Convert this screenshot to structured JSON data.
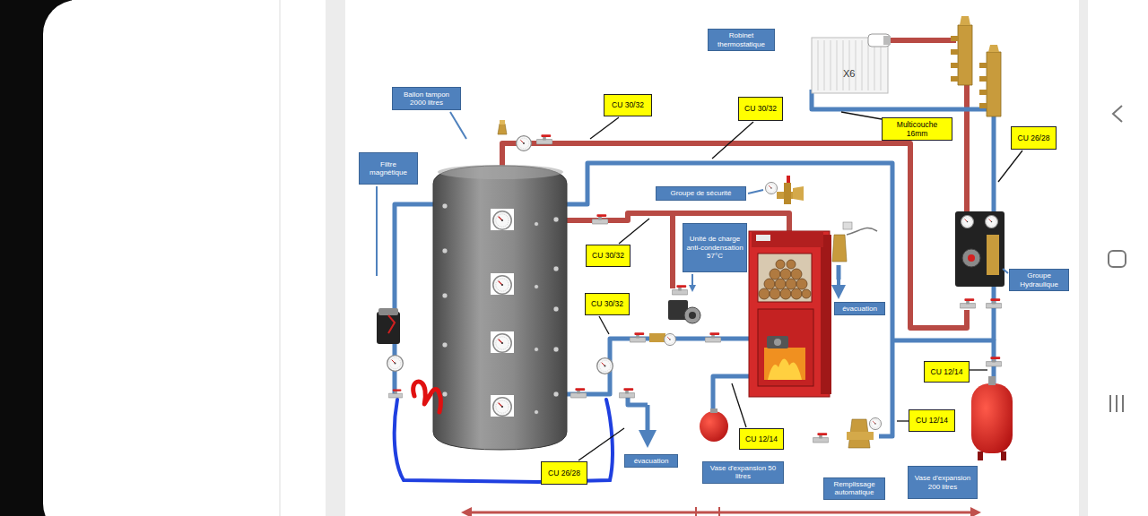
{
  "diagram": {
    "nodes": [
      {
        "text": [
          "Robinet thermostatique"
        ]
      },
      {
        "text": [
          "Ballon tampon 2000 litres"
        ]
      },
      {
        "text": [
          "CU 30/32"
        ]
      },
      {
        "text": [
          "CU 30/32"
        ]
      },
      {
        "text": [
          "Multicouche 16mm"
        ]
      },
      {
        "text": [
          "CU 26/28"
        ]
      },
      {
        "text": [
          "Filtre magnétique"
        ]
      },
      {
        "text": [
          "Groupe de sécurité"
        ]
      },
      {
        "text": [
          "Unité de charge anti-condensation 57°C"
        ]
      },
      {
        "text": [
          "CU 30/32"
        ]
      },
      {
        "text": [
          "Groupe Hydraulique"
        ]
      },
      {
        "text": [
          "CU 30/32"
        ]
      },
      {
        "text": [
          "évacuation"
        ]
      },
      {
        "text": [
          "CU 12/14"
        ]
      },
      {
        "text": [
          "CU 12/14"
        ]
      },
      {
        "text": [
          "CU 12/14"
        ]
      },
      {
        "text": [
          "évacuation"
        ]
      },
      {
        "text": [
          "Vase d'expansion 50 litres"
        ]
      },
      {
        "text": [
          "CU 26/28"
        ]
      },
      {
        "text": [
          "Remplissage automatique"
        ]
      },
      {
        "text": [
          "Vase d'expansion 200 litres"
        ]
      }
    ],
    "labels": [
      "X6"
    ]
  }
}
